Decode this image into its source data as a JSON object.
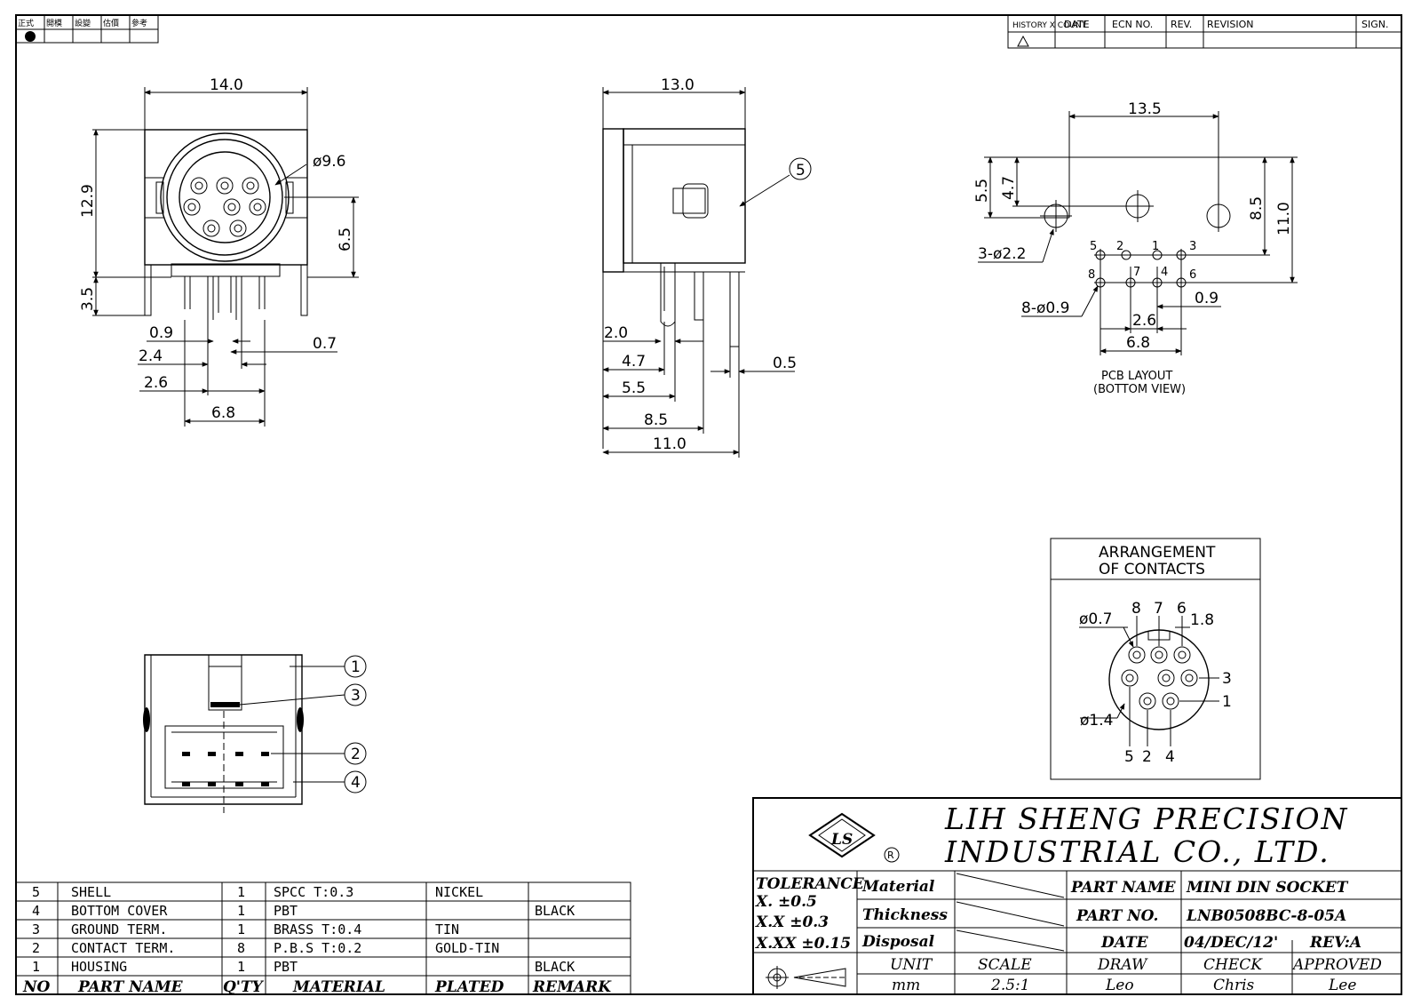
{
  "stamp": {
    "headers": [
      "正式",
      "開模",
      "設變",
      "估價",
      "參考"
    ]
  },
  "history": {
    "headers": [
      "HISTORY X COUNT",
      "DATE",
      "ECN NO.",
      "REV.",
      "REVISION",
      "SIGN."
    ]
  },
  "front_view": {
    "dims": [
      "14.0",
      "12.9",
      "ø9.6",
      "6.5",
      "3.5",
      "0.9",
      "2.4",
      "2.6",
      "0.7",
      "6.8"
    ]
  },
  "side_view": {
    "dims": [
      "13.0",
      "2.0",
      "4.7",
      "5.5",
      "8.5",
      "11.0",
      "0.5"
    ],
    "balloon": "5"
  },
  "pcb": {
    "dims": [
      "13.5",
      "5.5",
      "4.7",
      "8.5",
      "11.0",
      "3-ø2.2",
      "8-ø0.9",
      "0.9",
      "2.6",
      "6.8"
    ],
    "pins": [
      "5",
      "2",
      "1",
      "3",
      "8",
      "7",
      "4",
      "6"
    ],
    "caption_1": "PCB LAYOUT",
    "caption_2": "(BOTTOM VIEW)"
  },
  "bottom_view": {
    "balloons": [
      "1",
      "3",
      "2",
      "4"
    ]
  },
  "arrangement": {
    "title_1": "ARRANGEMENT",
    "title_2": "OF CONTACTS",
    "labels": [
      "8",
      "7",
      "6",
      "1.8",
      "ø0.7",
      "3",
      "1",
      "ø1.4",
      "5",
      "2",
      "4"
    ]
  },
  "company": {
    "line1": "LIH SHENG PRECISION",
    "line2": "INDUSTRIAL CO., LTD."
  },
  "titleblock": {
    "tolerance": "TOLERANCE",
    "tol_x": "X.    ±0.5",
    "tol_xx": "X.X   ±0.3",
    "tol_xxx": "X.XX ±0.15",
    "material": "Material",
    "thickness": "Thickness",
    "disposal": "Disposal",
    "part_name_label": "PART NAME",
    "part_name": "MINI DIN SOCKET",
    "part_no_label": "PART NO.",
    "part_no": "LNB0508BC-8-05A",
    "date_label": "DATE",
    "date": "04/DEC/12'",
    "rev": "REV:A",
    "unit_label": "UNIT",
    "scale_label": "SCALE",
    "draw_label": "DRAW",
    "check_label": "CHECK",
    "approved_label": "APPROVED",
    "unit": "mm",
    "scale": "2.5:1",
    "draw": "Leo",
    "check": "Chris",
    "approved": "Lee"
  },
  "bom": {
    "headers": [
      "NO",
      "PART NAME",
      "Q'TY",
      "MATERIAL",
      "PLATED",
      "REMARK"
    ],
    "rows": [
      [
        "5",
        "SHELL",
        "1",
        "SPCC T:0.3",
        "NICKEL",
        ""
      ],
      [
        "4",
        "BOTTOM COVER",
        "1",
        "PBT",
        "",
        "BLACK"
      ],
      [
        "3",
        "GROUND TERM.",
        "1",
        "BRASS T:0.4",
        "TIN",
        ""
      ],
      [
        "2",
        "CONTACT TERM.",
        "8",
        "P.B.S T:0.2",
        "GOLD-TIN",
        ""
      ],
      [
        "1",
        "HOUSING",
        "1",
        "PBT",
        "",
        "BLACK"
      ]
    ]
  }
}
